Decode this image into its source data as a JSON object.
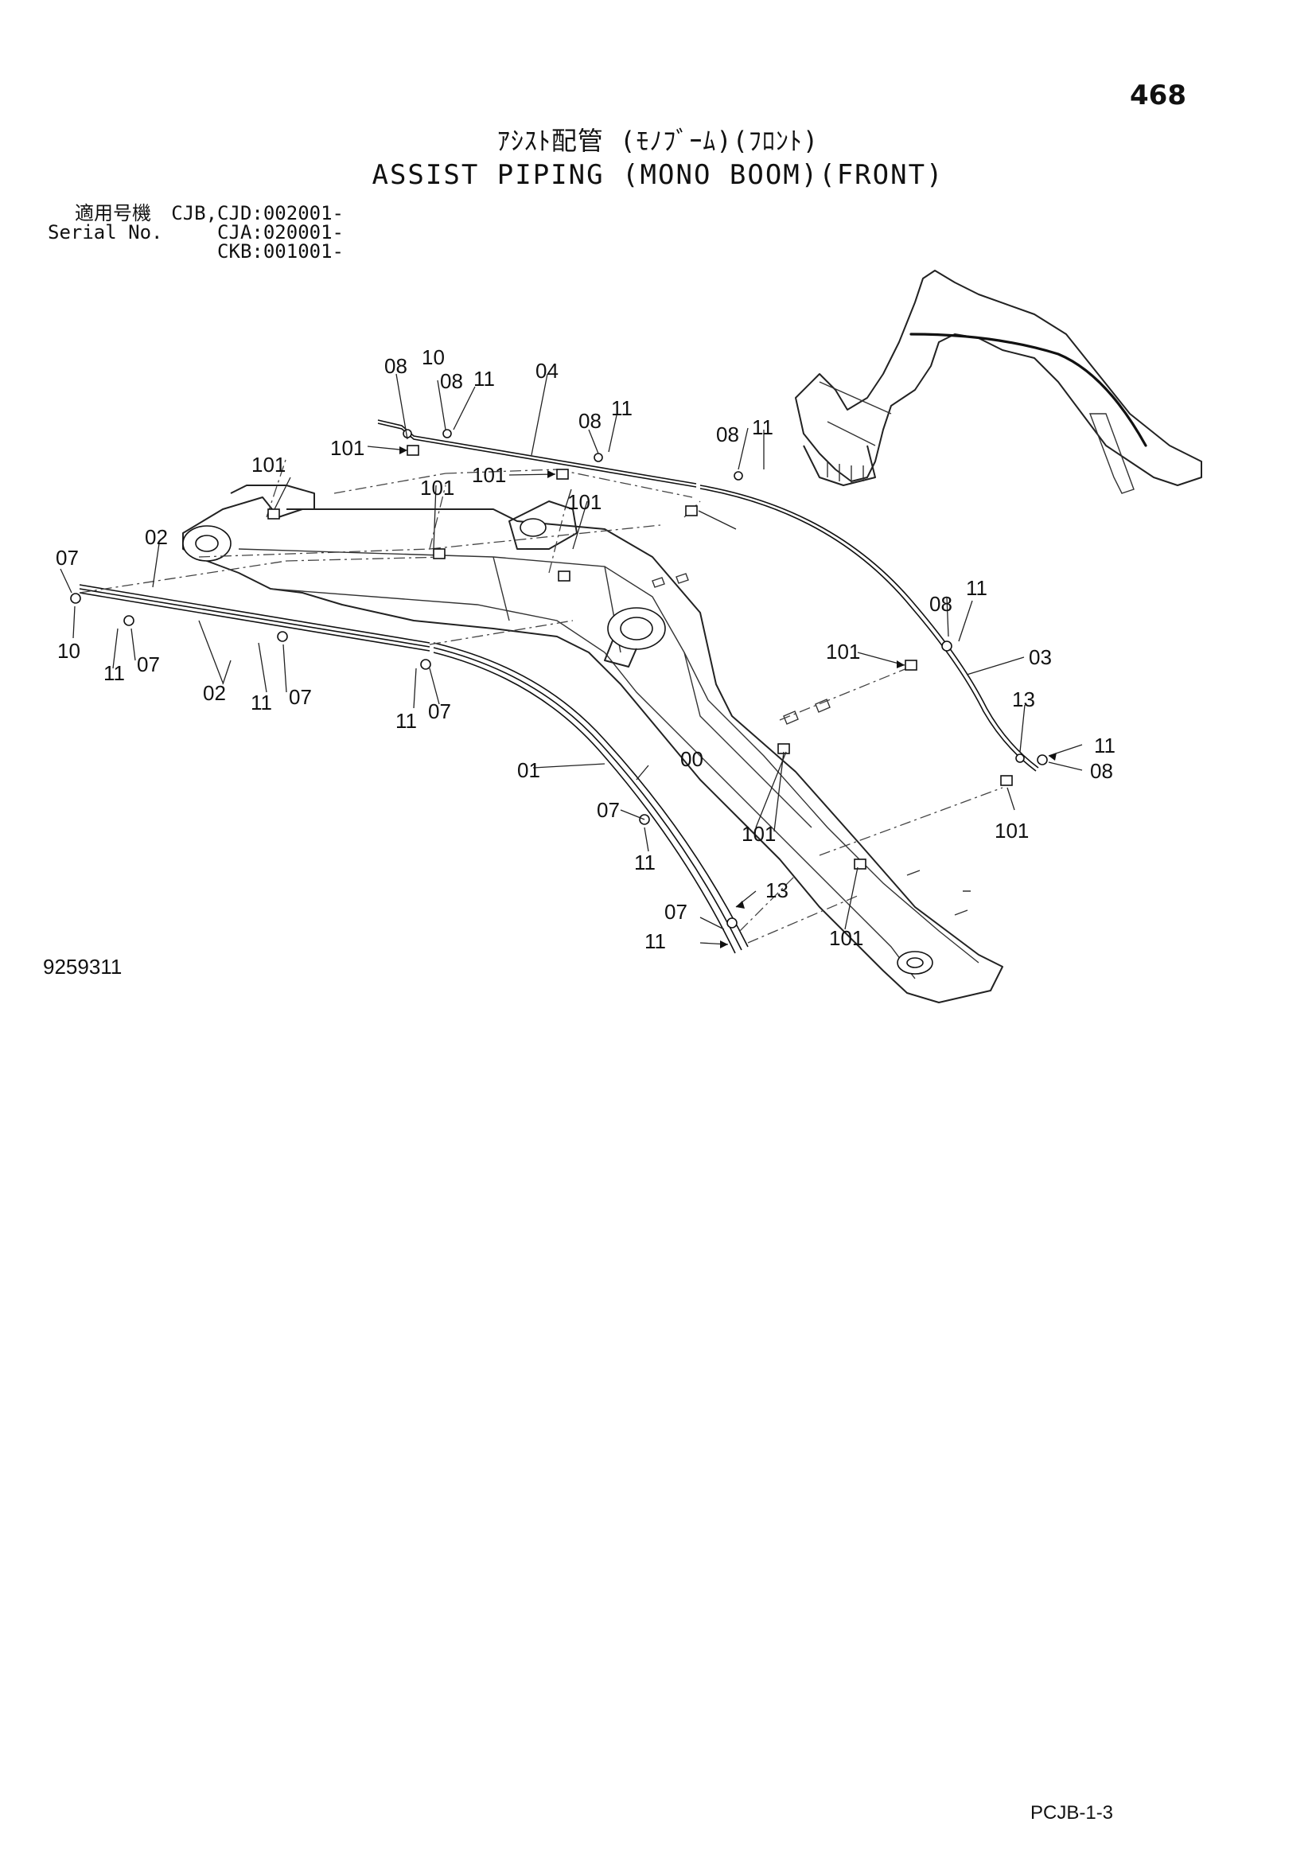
{
  "page_number": "468",
  "title_jp": "ｱｼｽﾄ配管 (ﾓﾉﾌﾞｰﾑ)(ﾌﾛﾝﾄ)",
  "title_en": "ASSIST PIPING (MONO BOOM)(FRONT)",
  "serial": {
    "label_jp": "適用号機",
    "label_en": "Serial No.",
    "values": [
      "CJB,CJD:002001-",
      "CJA:020001-",
      "CKB:001001-"
    ]
  },
  "drawing_number": "9259311",
  "page_code": "PCJB-1-3",
  "callouts": [
    "08",
    "10",
    "08",
    "11",
    "04",
    "08",
    "11",
    "08",
    "11",
    "101",
    "101",
    "101",
    "101",
    "101",
    "07",
    "02",
    "10",
    "11",
    "07",
    "02",
    "11",
    "07",
    "11",
    "07",
    "08",
    "11",
    "101",
    "03",
    "13",
    "11",
    "08",
    "101",
    "01",
    "00",
    "07",
    "11",
    "101",
    "13",
    "07",
    "11",
    "101"
  ]
}
